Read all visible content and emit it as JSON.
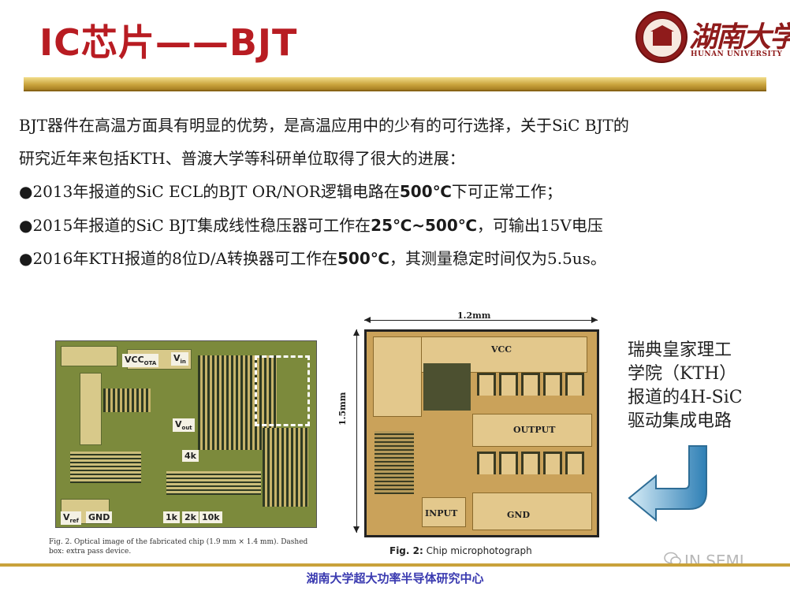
{
  "slide": {
    "title": "IC芯片——BJT",
    "logo": {
      "name_cn": "湖南大学",
      "name_en": "HUNAN UNIVERSITY"
    },
    "intro_line1": "BJT器件在高温方面具有明显的优势，是高温应用中的少有的可行选择，关于SiC BJT的",
    "intro_line2": "研究近年来包括KTH、普渡大学等科研单位取得了很大的进展：",
    "bullets": [
      {
        "bullet": "●",
        "pre": "2013年报道的SiC ECL的BJT OR/NOR逻辑电路在",
        "bold": "500℃",
        "post": "下可正常工作；"
      },
      {
        "bullet": "●",
        "pre": "2015年报道的SiC BJT集成线性稳压器可工作在",
        "bold": "25℃~500℃",
        "post": "，可输出15V电压"
      },
      {
        "bullet": "●",
        "pre": "2016年KTH报道的8位D/A转换器可工作在",
        "bold": "500℃",
        "post": "，其测量稳定时间仅为5.5us。"
      }
    ],
    "figure1": {
      "labels": {
        "vcc": "VCC",
        "vcc_sub": "OTA",
        "vin": "V",
        "vin_sub": "in",
        "vout": "V",
        "vout_sub": "out",
        "r4k": "4k",
        "vref": "V",
        "vref_sub": "ref",
        "gnd": "GND",
        "r1k": "1k",
        "r2k": "2k",
        "r10k": "10k"
      },
      "caption": "Fig. 2.    Optical image of the fabricated chip (1.9 mm × 1.4 mm). Dashed box: extra pass device."
    },
    "figure2": {
      "width_label": "1.2mm",
      "height_label": "1.5mm",
      "labels": {
        "vcc": "VCC",
        "output": "OUTPUT",
        "input": "INPUT",
        "gnd": "GND"
      },
      "caption_bold": "Fig. 2:",
      "caption_text": " Chip microphotograph"
    },
    "side_note": [
      "瑞典皇家理工",
      "学院（KTH）",
      "报道的4H-SiC",
      "驱动集成电路"
    ],
    "watermark": "IN SEMI",
    "footer": "湖南大学超大功率半导体研究中心",
    "colors": {
      "title": "#b81c22",
      "bar": "#c9a23b",
      "footer": "#3a3ab0",
      "arrow": "#2e7fb5"
    }
  }
}
